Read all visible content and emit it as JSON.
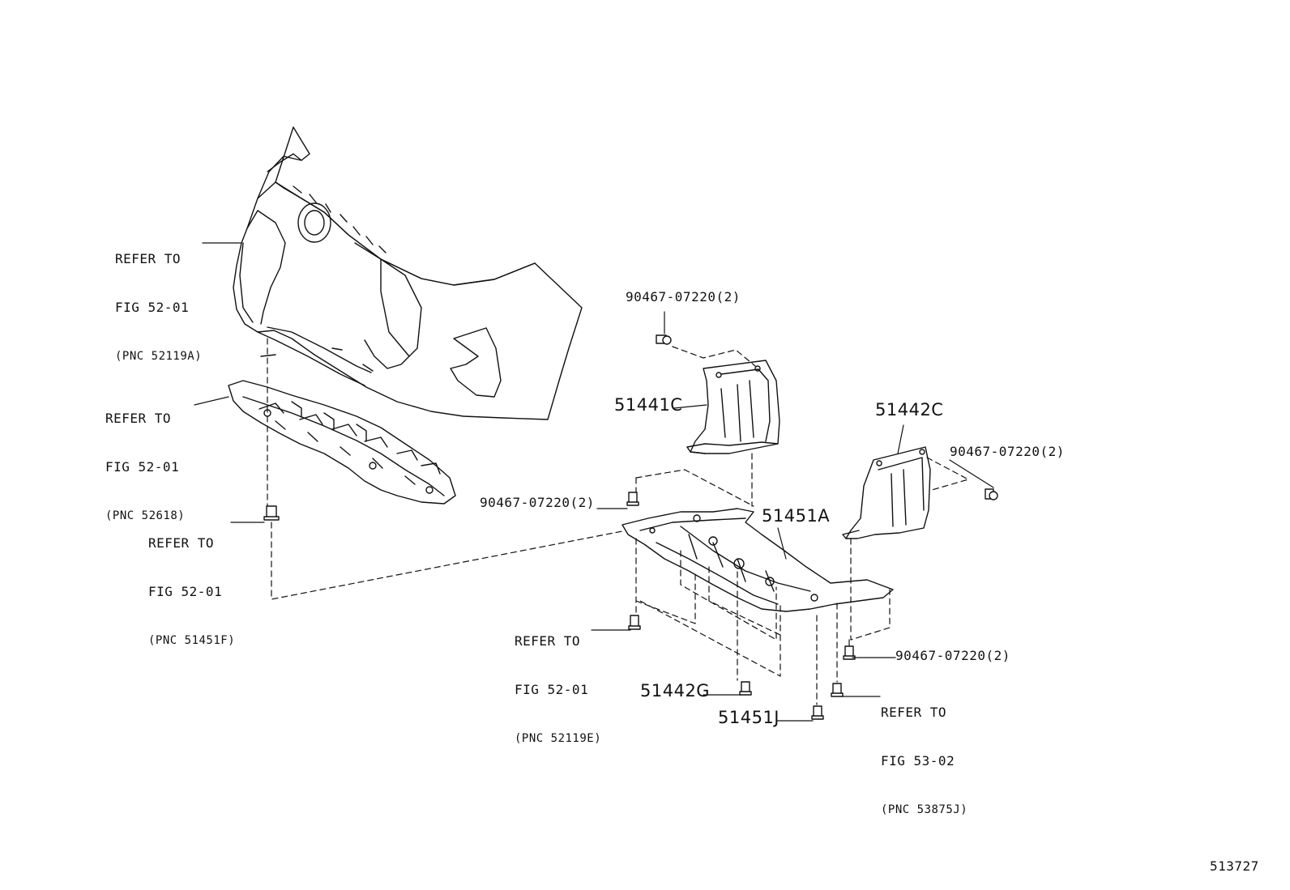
{
  "diagram": {
    "figure_number": "513727",
    "refers": [
      {
        "id": "ref-bumper",
        "line1": "REFER TO",
        "line2": "FIG 52-01",
        "pnc": "(PNC 52119A)"
      },
      {
        "id": "ref-absorber",
        "line1": "REFER TO",
        "line2": "FIG 52-01",
        "pnc": "(PNC 52618)"
      },
      {
        "id": "ref-clip",
        "line1": "REFER TO",
        "line2": "FIG 52-01",
        "pnc": "(PNC 51451F)"
      },
      {
        "id": "ref-clip-e",
        "line1": "REFER TO",
        "line2": "FIG 52-01",
        "pnc": "(PNC 52119E)"
      },
      {
        "id": "ref-clip-j",
        "line1": "REFER TO",
        "line2": "FIG 53-02",
        "pnc": "(PNC 53875J)"
      }
    ],
    "parts": [
      {
        "id": "p-51441c",
        "label": "51441C"
      },
      {
        "id": "p-51442c",
        "label": "51442C"
      },
      {
        "id": "p-51451a",
        "label": "51451A"
      },
      {
        "id": "p-51442g",
        "label": "51442G"
      },
      {
        "id": "p-51451j",
        "label": "51451J"
      }
    ],
    "screws": [
      {
        "id": "s-top",
        "label": "90467-07220(2)"
      },
      {
        "id": "s-right",
        "label": "90467-07220(2)"
      },
      {
        "id": "s-mid",
        "label": "90467-07220(2)"
      },
      {
        "id": "s-lower",
        "label": "90467-07220(2)"
      }
    ]
  }
}
